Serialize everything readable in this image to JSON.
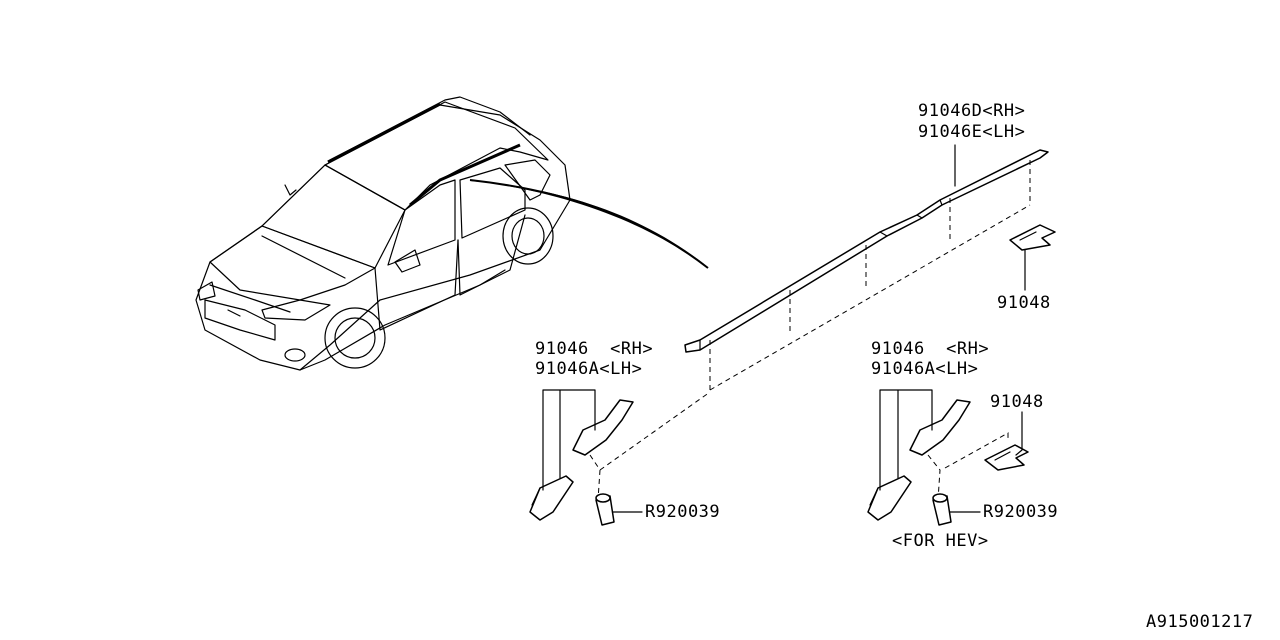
{
  "labels": {
    "roof_rail_rh": "91046D<RH>",
    "roof_rail_lh": "91046E<LH>",
    "clip_right": "91048",
    "front_left_rh": "91046  <RH>",
    "front_left_lh": "91046A<LH>",
    "front_right_rh": "91046  <RH>",
    "front_right_lh": "91046A<LH>",
    "clip_hev": "91048",
    "bolt_left": "R920039",
    "bolt_right": "R920039",
    "hev_note": "<FOR HEV>",
    "diagram_id": "A915001217"
  }
}
